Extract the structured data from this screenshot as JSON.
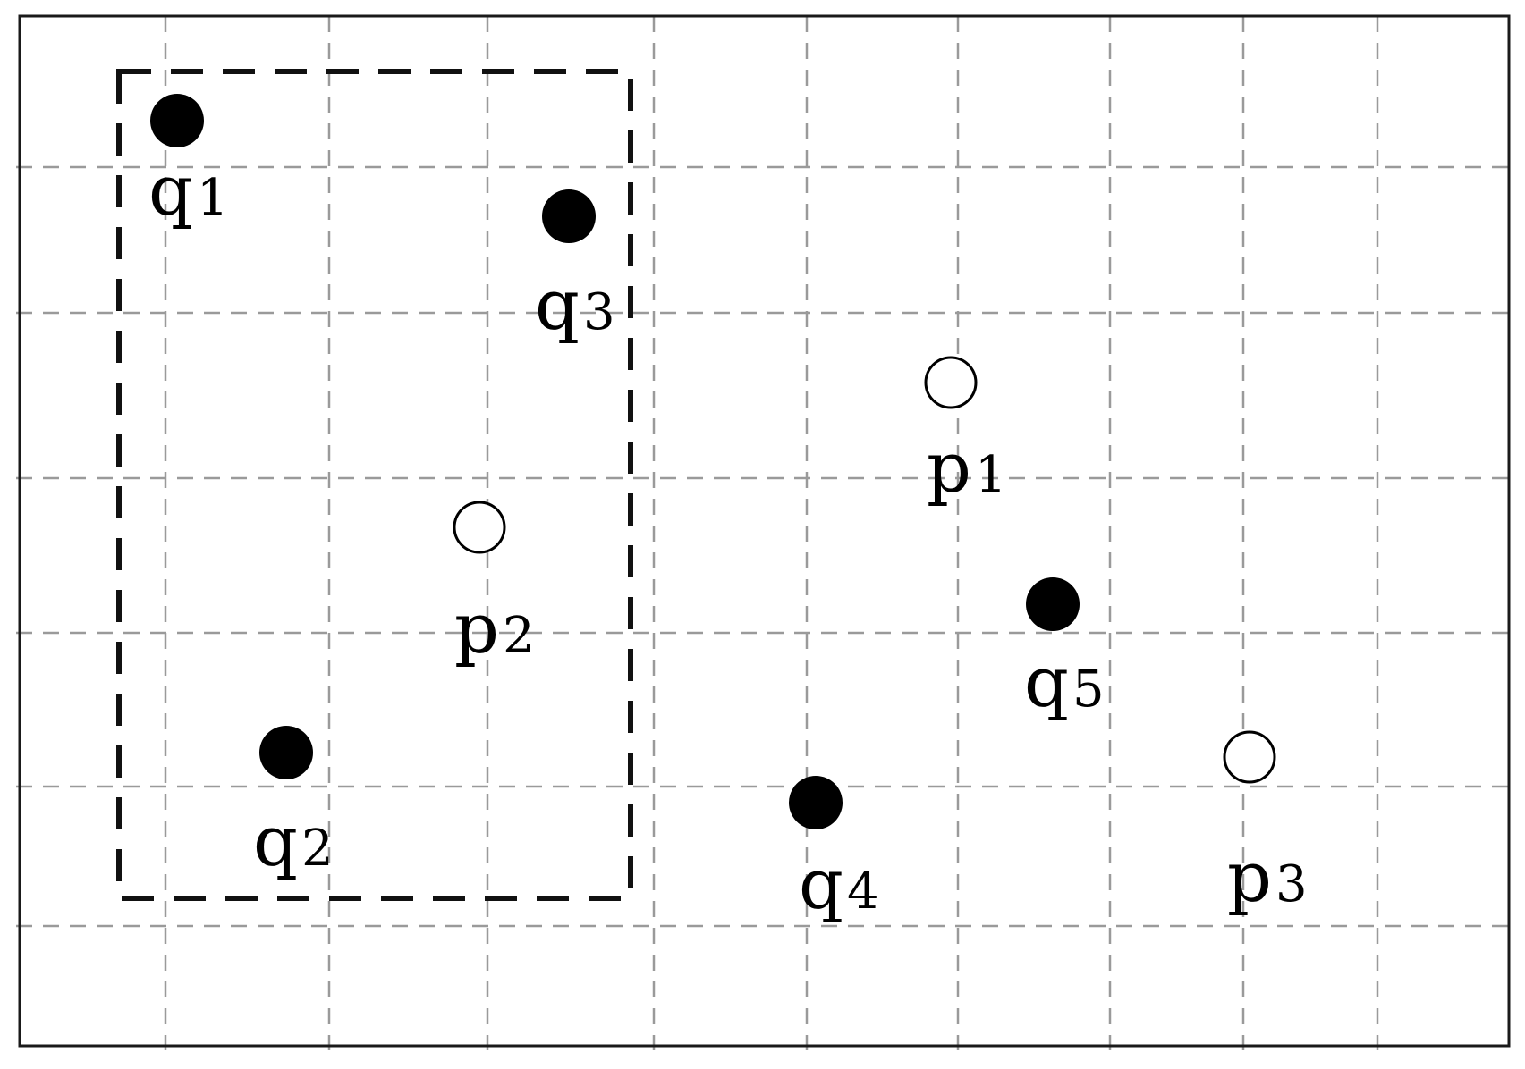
{
  "diagram": {
    "grid": {
      "style": "dashed",
      "color": "#9a9a9a"
    },
    "border_color": "#1a1a1a",
    "region": {
      "style": "dashed",
      "color": "#111111"
    },
    "point_colors": {
      "filled": "#000000",
      "hollow_stroke": "#000000",
      "hollow_fill": "#ffffff"
    },
    "points": [
      {
        "id": "q1",
        "letter": "q",
        "sub": "1",
        "filled": true
      },
      {
        "id": "q3",
        "letter": "q",
        "sub": "3",
        "filled": true
      },
      {
        "id": "p2",
        "letter": "p",
        "sub": "2",
        "filled": false
      },
      {
        "id": "q2",
        "letter": "q",
        "sub": "2",
        "filled": true
      },
      {
        "id": "p1",
        "letter": "p",
        "sub": "1",
        "filled": false
      },
      {
        "id": "q5",
        "letter": "q",
        "sub": "5",
        "filled": true
      },
      {
        "id": "q4",
        "letter": "q",
        "sub": "4",
        "filled": true
      },
      {
        "id": "p3",
        "letter": "p",
        "sub": "3",
        "filled": false
      }
    ]
  }
}
